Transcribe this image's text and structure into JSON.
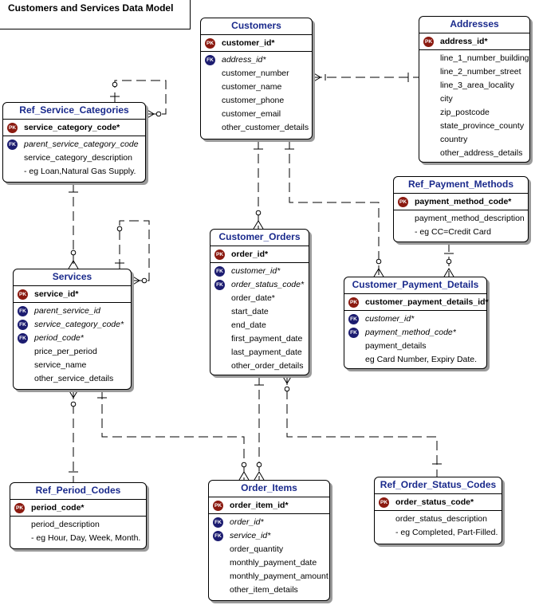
{
  "title": "Customers and Services Data Model",
  "badges": {
    "pk": "PK",
    "fk": "FK"
  },
  "colors": {
    "header_text": "#1a2a8c",
    "pk_badge": "#8b1a10",
    "fk_badge": "#1c1c70",
    "line": "#000000"
  },
  "entities": {
    "ref_service_categories": {
      "name": "Ref_Service_Categories",
      "attributes": [
        {
          "text": "service_category_code*",
          "pk": true,
          "fk": false
        },
        {
          "text": "parent_service_category_code",
          "pk": false,
          "fk": true
        },
        {
          "text": "service_category_description",
          "pk": false,
          "fk": false
        },
        {
          "text": "- eg Loan,Natural Gas Supply.",
          "pk": false,
          "fk": false
        }
      ]
    },
    "customers": {
      "name": "Customers",
      "attributes": [
        {
          "text": "customer_id*",
          "pk": true,
          "fk": false
        },
        {
          "text": "address_id*",
          "pk": false,
          "fk": true
        },
        {
          "text": "customer_number",
          "pk": false,
          "fk": false
        },
        {
          "text": "customer_name",
          "pk": false,
          "fk": false
        },
        {
          "text": "customer_phone",
          "pk": false,
          "fk": false
        },
        {
          "text": "customer_email",
          "pk": false,
          "fk": false
        },
        {
          "text": "other_customer_details",
          "pk": false,
          "fk": false
        }
      ]
    },
    "addresses": {
      "name": "Addresses",
      "attributes": [
        {
          "text": "address_id*",
          "pk": true,
          "fk": false
        },
        {
          "text": "line_1_number_building",
          "pk": false,
          "fk": false
        },
        {
          "text": "line_2_number_street",
          "pk": false,
          "fk": false
        },
        {
          "text": "line_3_area_locality",
          "pk": false,
          "fk": false
        },
        {
          "text": "city",
          "pk": false,
          "fk": false
        },
        {
          "text": "zip_postcode",
          "pk": false,
          "fk": false
        },
        {
          "text": "state_province_county",
          "pk": false,
          "fk": false
        },
        {
          "text": "country",
          "pk": false,
          "fk": false
        },
        {
          "text": "other_address_details",
          "pk": false,
          "fk": false
        }
      ]
    },
    "ref_payment_methods": {
      "name": "Ref_Payment_Methods",
      "attributes": [
        {
          "text": "payment_method_code*",
          "pk": true,
          "fk": false
        },
        {
          "text": "payment_method_description",
          "pk": false,
          "fk": false
        },
        {
          "text": "- eg CC=Credit Card",
          "pk": false,
          "fk": false
        }
      ]
    },
    "services": {
      "name": "Services",
      "attributes": [
        {
          "text": "service_id*",
          "pk": true,
          "fk": false
        },
        {
          "text": "parent_service_id",
          "pk": false,
          "fk": true
        },
        {
          "text": "service_category_code*",
          "pk": false,
          "fk": true
        },
        {
          "text": "period_code*",
          "pk": false,
          "fk": true
        },
        {
          "text": "price_per_period",
          "pk": false,
          "fk": false
        },
        {
          "text": "service_name",
          "pk": false,
          "fk": false
        },
        {
          "text": "other_service_details",
          "pk": false,
          "fk": false
        }
      ]
    },
    "customer_orders": {
      "name": "Customer_Orders",
      "attributes": [
        {
          "text": "order_id*",
          "pk": true,
          "fk": false
        },
        {
          "text": "customer_id*",
          "pk": false,
          "fk": true
        },
        {
          "text": "order_status_code*",
          "pk": false,
          "fk": true
        },
        {
          "text": "order_date*",
          "pk": false,
          "fk": false
        },
        {
          "text": "start_date",
          "pk": false,
          "fk": false
        },
        {
          "text": "end_date",
          "pk": false,
          "fk": false
        },
        {
          "text": "first_payment_date",
          "pk": false,
          "fk": false
        },
        {
          "text": "last_payment_date",
          "pk": false,
          "fk": false
        },
        {
          "text": "other_order_details",
          "pk": false,
          "fk": false
        }
      ]
    },
    "customer_payment_details": {
      "name": "Customer_Payment_Details",
      "attributes": [
        {
          "text": "customer_payment_details_id*",
          "pk": true,
          "fk": false
        },
        {
          "text": "customer_id*",
          "pk": false,
          "fk": true
        },
        {
          "text": "payment_method_code*",
          "pk": false,
          "fk": true
        },
        {
          "text": "payment_details",
          "pk": false,
          "fk": false
        },
        {
          "text": "eg Card Number, Expiry Date.",
          "pk": false,
          "fk": false
        }
      ]
    },
    "ref_period_codes": {
      "name": "Ref_Period_Codes",
      "attributes": [
        {
          "text": "period_code*",
          "pk": true,
          "fk": false
        },
        {
          "text": "period_description",
          "pk": false,
          "fk": false
        },
        {
          "text": "- eg Hour, Day, Week, Month.",
          "pk": false,
          "fk": false
        }
      ]
    },
    "order_items": {
      "name": "Order_Items",
      "attributes": [
        {
          "text": "order_item_id*",
          "pk": true,
          "fk": false
        },
        {
          "text": "order_id*",
          "pk": false,
          "fk": true
        },
        {
          "text": "service_id*",
          "pk": false,
          "fk": true
        },
        {
          "text": "order_quantity",
          "pk": false,
          "fk": false
        },
        {
          "text": "monthly_payment_date",
          "pk": false,
          "fk": false
        },
        {
          "text": "monthly_payment_amount",
          "pk": false,
          "fk": false
        },
        {
          "text": "other_item_details",
          "pk": false,
          "fk": false
        }
      ]
    },
    "ref_order_status_codes": {
      "name": "Ref_Order_Status_Codes",
      "attributes": [
        {
          "text": "order_status_code*",
          "pk": true,
          "fk": false
        },
        {
          "text": "order_status_description",
          "pk": false,
          "fk": false
        },
        {
          "text": "- eg Completed, Part-Filled.",
          "pk": false,
          "fk": false
        }
      ]
    }
  }
}
